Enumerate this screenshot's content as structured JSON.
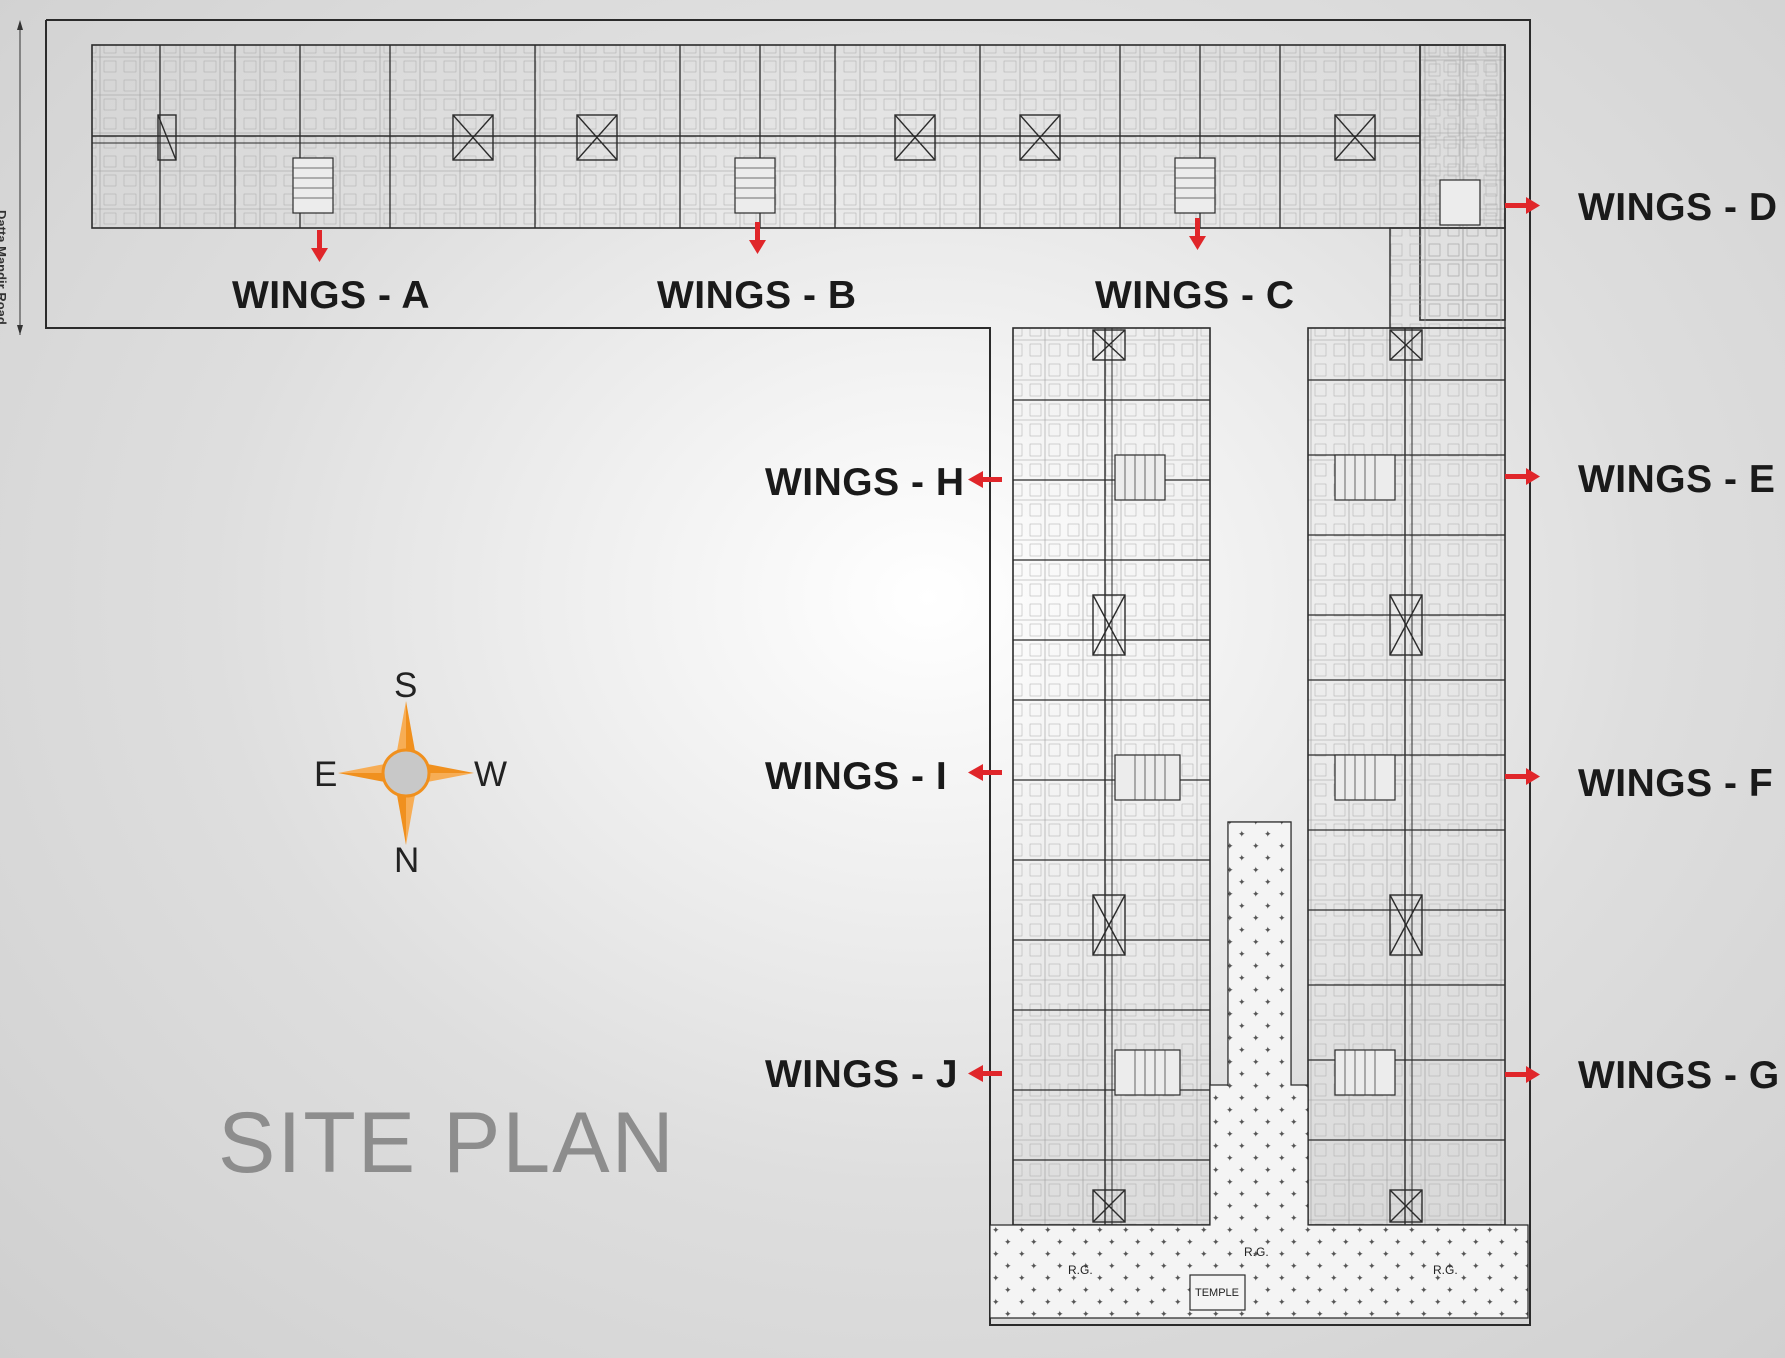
{
  "title": "SITE PLAN",
  "road_label": "Datta Mandir Road.",
  "wings": {
    "a": "WINGS - A",
    "b": "WINGS - B",
    "c": "WINGS - C",
    "d": "WINGS - D",
    "e": "WINGS - E",
    "f": "WINGS - F",
    "g": "WINGS - G",
    "h": "WINGS - H",
    "i": "WINGS - I",
    "j": "WINGS - J"
  },
  "compass": {
    "s": "S",
    "e": "E",
    "w": "W",
    "n": "N"
  },
  "temple": "TEMPLE",
  "rg": "R.G.",
  "colors": {
    "arrow": "#e0262a",
    "compass": "#f0901e",
    "compass_center": "#c8c8c8",
    "line": "#2b2b2b"
  }
}
